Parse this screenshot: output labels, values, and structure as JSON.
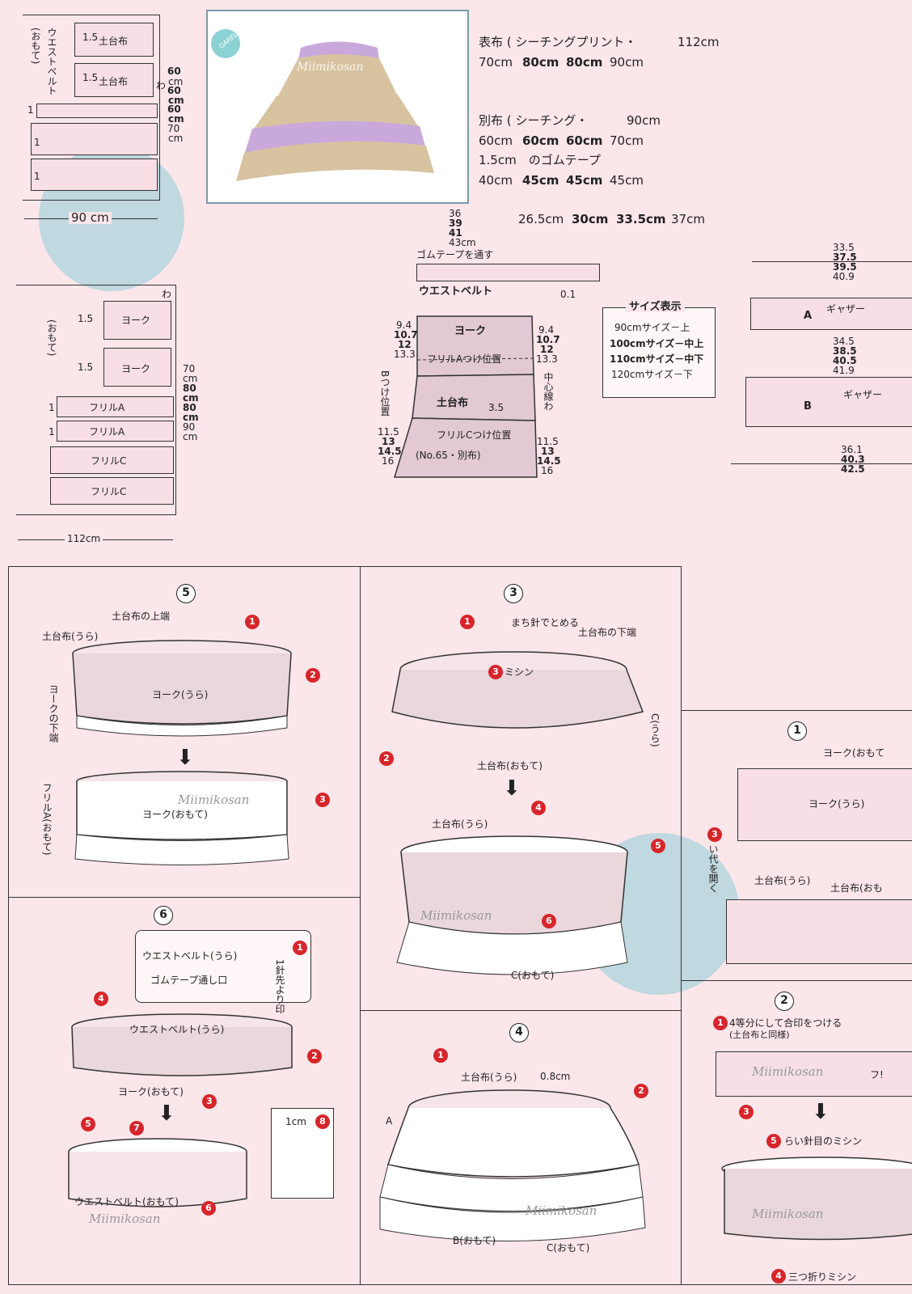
{
  "fabric_list": {
    "main": "表布 ( シーチングプリント・",
    "main_width": "112cm",
    "main_lengths": [
      "70cm",
      "80cm",
      "80cm",
      "90cm"
    ],
    "sub": "別布 ( シーチング・",
    "sub_width": "90cm",
    "sub_lengths": [
      "60cm",
      "60cm",
      "60cm",
      "70cm"
    ],
    "elastic": "1.5cm　のゴムテープ",
    "elastic_lengths": [
      "40cm",
      "45cm",
      "45cm",
      "45cm"
    ],
    "extra_lengths": [
      "26.5cm",
      "30cm",
      "33.5cm",
      "37cm"
    ]
  },
  "layout1": {
    "grain": "(おもて)",
    "belt": "ウエストベルト",
    "dodai1": "土台布",
    "dodai2": "土台布",
    "seam": "1.5",
    "one": "1",
    "wa": "わ",
    "lens": [
      "60",
      "cm",
      "60",
      "cm",
      "60",
      "cm",
      "70",
      "cm"
    ],
    "width": "90 cm"
  },
  "layout2": {
    "grain": "(おもて)",
    "wa": "わ",
    "seam": "1.5",
    "one": "1",
    "yoke": "ヨーク",
    "frill_a": "フリルA",
    "frill_c": "フリルC",
    "lens": [
      "70",
      "cm",
      "80",
      "cm",
      "80",
      "cm",
      "90",
      "cm"
    ],
    "width": "112cm"
  },
  "pattern": {
    "top_sizes": [
      "36",
      "39",
      "41",
      "43cm"
    ],
    "elastic_note": "ゴムテープを通す",
    "waistband": "ウエストベルト",
    "gap": "0.1",
    "yoke": "ヨーク",
    "frill_a_pos": "フリルAつけ位置",
    "b_pos": "Bつけ位置",
    "dodai": "土台布",
    "dodai_gap": "3.5",
    "frill_c_pos": "フリルCつけ位置",
    "ref": "(No.65・別布)",
    "center": "中心線わ",
    "left_top": [
      "9.4",
      "10.7",
      "12",
      "13.3"
    ],
    "right_top": [
      "9.4",
      "10.7",
      "12",
      "13.3"
    ],
    "left_bot": [
      "11.5",
      "13",
      "14.5",
      "16"
    ],
    "right_bot": [
      "11.5",
      "13",
      "14.5",
      "16"
    ]
  },
  "sizebox": {
    "title": "サイズ表示",
    "rows": [
      "90cmサイズ－上",
      "100cmサイズ－中上",
      "110cmサイズ－中下",
      "120cmサイズ－下"
    ]
  },
  "right_strips": {
    "a_sizes": [
      "33.5",
      "37.5",
      "39.5",
      "40.9"
    ],
    "a_label": "A",
    "gather": "ギャザー",
    "b_sizes": [
      "34.5",
      "38.5",
      "40.5",
      "41.9"
    ],
    "b_label": "B",
    "c_sizes": [
      "36.1",
      "40.3",
      "42.5"
    ]
  },
  "step5": {
    "num": "5",
    "top_edge": "土台布の上端",
    "dodai_ura": "土台布(うら)",
    "yoke_bottom": "ヨークの下端",
    "yoke_ura": "ヨーク(うら)",
    "frill_a": "フリルA(おもて)",
    "yoke_omote": "ヨーク(おもて)",
    "marks": [
      "1",
      "2",
      "3"
    ]
  },
  "step3": {
    "num": "3",
    "pin": "まち針でとめる",
    "dodai_bottom": "土台布の下端",
    "sew": "ミシン",
    "c_ura": "C(うら)",
    "dodai_omote": "土台布(おもて)",
    "dodai_ura": "土台布(うら)",
    "c_omote": "C(おもて)",
    "marks": [
      "1",
      "2",
      "3",
      "4",
      "5",
      "6"
    ]
  },
  "step1": {
    "num": "1",
    "yoke_omote": "ヨーク(おもて",
    "yoke_ura": "ヨーク(うら)",
    "open": "い代を開く",
    "dodai_ura": "土台布(うら)",
    "dodai_omote": "土台布(おも",
    "marks": [
      "3"
    ]
  },
  "step6": {
    "num": "6",
    "belt_ura": "ウエストベルト(うら)",
    "elastic_hole": "ゴムテープ通し口",
    "mark_note": "1針先より印",
    "belt_ura2": "ウエストベルト(うら)",
    "yoke_omote": "ヨーク(おもて)",
    "belt_omote": "ウエストベルト(おもて)",
    "one_cm": "1cm",
    "marks": [
      "1",
      "2",
      "3",
      "4",
      "5",
      "6",
      "7",
      "8"
    ]
  },
  "step4": {
    "num": "4",
    "dodai_ura": "土台布(うら)",
    "gap": "0.8cm",
    "a": "A",
    "b_omote": "B(おもて)",
    "c_omote": "C(おもて)",
    "marks": [
      "1",
      "2"
    ]
  },
  "step2": {
    "num": "2",
    "divide": "4等分にして合印をつける",
    "same": "(土台布と同様)",
    "zigzag": "らい針目のミシン",
    "triple": "三つ折りミシン",
    "frill": "フ!",
    "marks": [
      "1",
      "3",
      "4",
      "5"
    ]
  },
  "watermark": "GARELM GOHINI",
  "signature": "Miimikosan",
  "colors": {
    "background": "#fbe6ea",
    "fabric": "#e9d7dc",
    "lilac": "#c9a9dc",
    "beige": "#d8c3a0",
    "accent": "#d6262b"
  }
}
